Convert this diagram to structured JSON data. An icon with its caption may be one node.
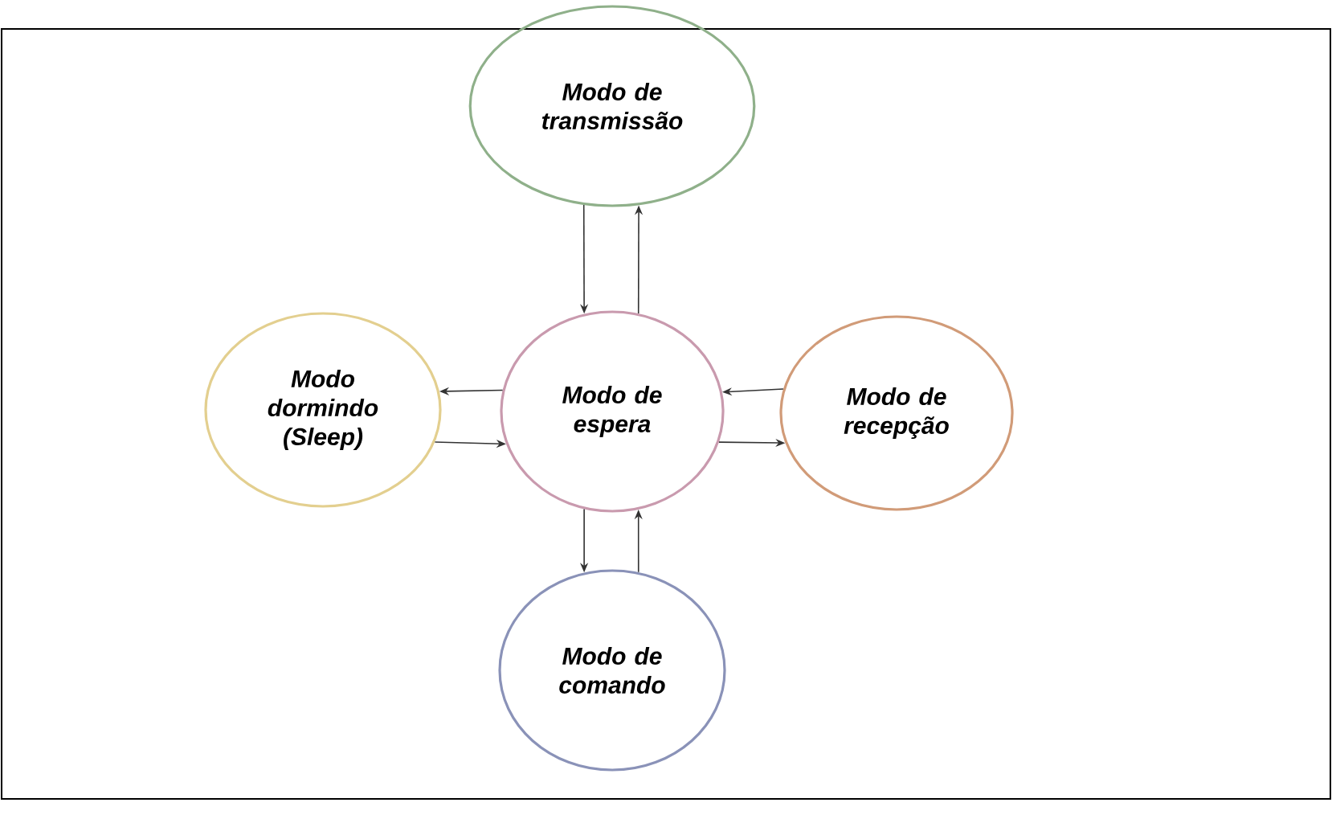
{
  "diagram": {
    "nodes": [
      {
        "text": [
          "Modo de transmissão"
        ]
      },
      {
        "text": [
          "Modo dormindo (Sleep)"
        ]
      },
      {
        "text": [
          "Modo de espera"
        ]
      },
      {
        "text": [
          "Modo de recepção"
        ]
      },
      {
        "text": [
          "Modo de comando"
        ]
      }
    ],
    "edges": [
      {
        "from": 0,
        "to": 2,
        "arrow": "to"
      },
      {
        "from": 2,
        "to": 0,
        "arrow": "to"
      },
      {
        "from": 2,
        "to": 1,
        "arrow": "to"
      },
      {
        "from": 1,
        "to": 2,
        "arrow": "to"
      },
      {
        "from": 3,
        "to": 2,
        "arrow": "to"
      },
      {
        "from": 2,
        "to": 3,
        "arrow": "to"
      },
      {
        "from": 2,
        "to": 4,
        "arrow": "to"
      },
      {
        "from": 4,
        "to": 2,
        "arrow": "to"
      }
    ]
  }
}
